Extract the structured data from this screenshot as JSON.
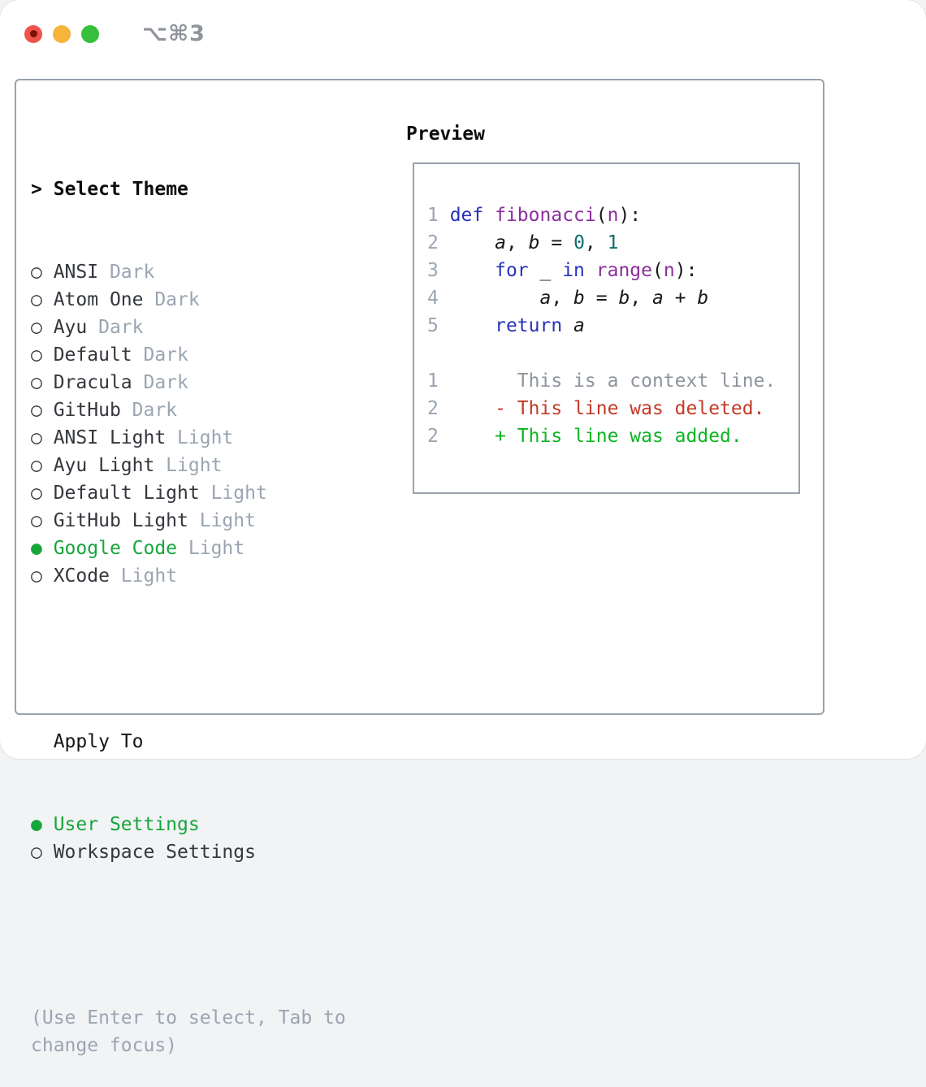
{
  "window": {
    "title": "⌥⌘3"
  },
  "colors": {
    "accent_green": "#17a53c",
    "added_green": "#0fb423",
    "deleted_red": "#c23a26",
    "keyword_blue": "#2733b9",
    "function_purple": "#8b2f9b",
    "number_teal": "#0f6d6d",
    "plain_code": "#17181a",
    "context_gray": "#8d949d",
    "muted_gray": "#9aa5b2",
    "text_dark": "#33373c",
    "border_gray": "#98a2ad",
    "traffic_red": "#ee544a",
    "traffic_yellow": "#f6b43b",
    "traffic_green": "#36c03d"
  },
  "theme_picker": {
    "prompt": ">",
    "title": "Select Theme",
    "items": [
      {
        "name": "ANSI",
        "variant": "Dark",
        "selected": false
      },
      {
        "name": "Atom One",
        "variant": "Dark",
        "selected": false
      },
      {
        "name": "Ayu",
        "variant": "Dark",
        "selected": false
      },
      {
        "name": "Default",
        "variant": "Dark",
        "selected": false
      },
      {
        "name": "Dracula",
        "variant": "Dark",
        "selected": false
      },
      {
        "name": "GitHub",
        "variant": "Dark",
        "selected": false
      },
      {
        "name": "ANSI Light",
        "variant": "Light",
        "selected": false
      },
      {
        "name": "Ayu Light",
        "variant": "Light",
        "selected": false
      },
      {
        "name": "Default Light",
        "variant": "Light",
        "selected": false
      },
      {
        "name": "GitHub Light",
        "variant": "Light",
        "selected": false
      },
      {
        "name": "Google Code",
        "variant": "Light",
        "selected": true
      },
      {
        "name": "XCode",
        "variant": "Light",
        "selected": false
      }
    ]
  },
  "apply_to": {
    "label": "Apply To",
    "options": [
      {
        "label": "User Settings",
        "selected": true
      },
      {
        "label": "Workspace Settings",
        "selected": false
      }
    ]
  },
  "footer_hint": "(Use Enter to select, Tab to change focus)",
  "preview": {
    "label": "Preview",
    "lines": [
      [],
      [
        {
          "t": "1 ",
          "c": "ln"
        },
        {
          "t": "def",
          "c": "kw"
        },
        {
          "t": " ",
          "c": "pl"
        },
        {
          "t": "fibonacci",
          "c": "fn"
        },
        {
          "t": "(",
          "c": "pl"
        },
        {
          "t": "n",
          "c": "fn"
        },
        {
          "t": "):",
          "c": "pl"
        }
      ],
      [
        {
          "t": "2 ",
          "c": "ln"
        },
        {
          "t": "    ",
          "c": "pl"
        },
        {
          "t": "a",
          "c": "var"
        },
        {
          "t": ", ",
          "c": "pl"
        },
        {
          "t": "b",
          "c": "var"
        },
        {
          "t": " = ",
          "c": "pl"
        },
        {
          "t": "0",
          "c": "num"
        },
        {
          "t": ", ",
          "c": "pl"
        },
        {
          "t": "1",
          "c": "num"
        }
      ],
      [
        {
          "t": "3 ",
          "c": "ln"
        },
        {
          "t": "    ",
          "c": "pl"
        },
        {
          "t": "for",
          "c": "kw"
        },
        {
          "t": " _ ",
          "c": "pl"
        },
        {
          "t": "in",
          "c": "kw"
        },
        {
          "t": " ",
          "c": "pl"
        },
        {
          "t": "range",
          "c": "fn"
        },
        {
          "t": "(",
          "c": "pl"
        },
        {
          "t": "n",
          "c": "fn"
        },
        {
          "t": "):",
          "c": "pl"
        }
      ],
      [
        {
          "t": "4 ",
          "c": "ln"
        },
        {
          "t": "        ",
          "c": "pl"
        },
        {
          "t": "a",
          "c": "var"
        },
        {
          "t": ", ",
          "c": "pl"
        },
        {
          "t": "b",
          "c": "var"
        },
        {
          "t": " = ",
          "c": "pl"
        },
        {
          "t": "b",
          "c": "var"
        },
        {
          "t": ", ",
          "c": "pl"
        },
        {
          "t": "a",
          "c": "var"
        },
        {
          "t": " + ",
          "c": "pl"
        },
        {
          "t": "b",
          "c": "var"
        }
      ],
      [
        {
          "t": "5 ",
          "c": "ln"
        },
        {
          "t": "    ",
          "c": "pl"
        },
        {
          "t": "return",
          "c": "kw"
        },
        {
          "t": " ",
          "c": "pl"
        },
        {
          "t": "a",
          "c": "var"
        }
      ],
      [],
      [
        {
          "t": "1",
          "c": "ln"
        },
        {
          "t": "       This is a context line.",
          "c": "ctx"
        }
      ],
      [
        {
          "t": "2",
          "c": "ln"
        },
        {
          "t": "     - This line was deleted.",
          "c": "del"
        }
      ],
      [
        {
          "t": "2",
          "c": "ln"
        },
        {
          "t": "     + This line was added.",
          "c": "add"
        }
      ]
    ]
  }
}
